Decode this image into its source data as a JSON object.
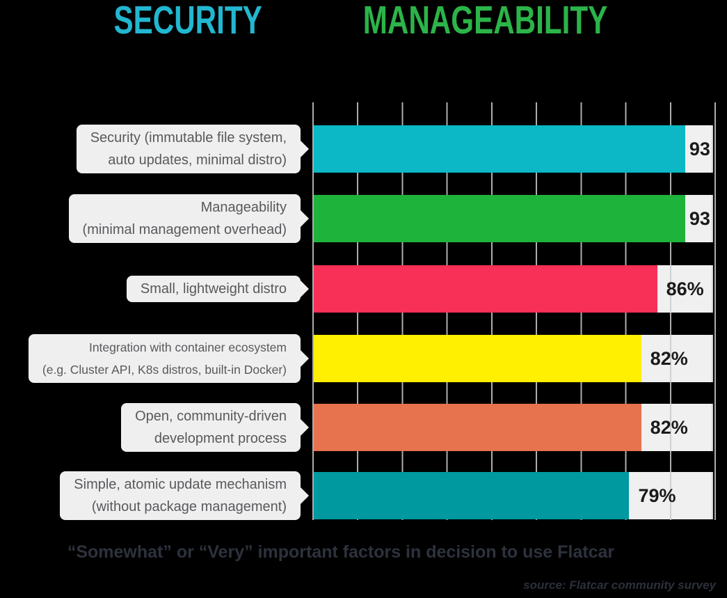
{
  "header": {
    "title_left": "SECURITY",
    "title_right": "MANAGEABILITY",
    "title_left_color": "#22b7d1",
    "title_right_color": "#2bb449"
  },
  "chart_data": {
    "type": "bar",
    "orientation": "horizontal",
    "categories": [
      "Security (immutable file system, auto updates, minimal distro)",
      "Manageability (minimal management overhead)",
      "Small, lightweight distro",
      "Integration with container ecosystem (e.g. Cluster API, K8s distros, built-in Docker)",
      "Open, community-driven development process",
      "Simple, atomic update mechanism (without package management)"
    ],
    "values": [
      93,
      93,
      86,
      82,
      82,
      79
    ],
    "value_labels": [
      "93",
      "93",
      "86%",
      "82%",
      "82%",
      "79%"
    ],
    "bar_colors": [
      "#0cb8c5",
      "#1eb43c",
      "#f82f56",
      "#ffef00",
      "#e7724e",
      "#0099a0"
    ],
    "xlim": [
      0,
      100
    ],
    "gridlines": "vertical, every 10%, light gray on black",
    "legend_position": "none",
    "caption": "“Somewhat” or “Very” important factors in decision to use Flatcar",
    "source": "source: Flatcar community survey"
  },
  "rows": [
    {
      "label_lines": [
        "Security (immutable file system,",
        "auto updates, minimal distro)"
      ]
    },
    {
      "label_lines": [
        "Manageability",
        "(minimal management overhead)"
      ]
    },
    {
      "label_lines": [
        "Small, lightweight distro"
      ]
    },
    {
      "label_lines": [
        "Integration with container ecosystem",
        "(e.g. Cluster API, K8s distros, built-in Docker)"
      ]
    },
    {
      "label_lines": [
        "Open, community-driven",
        "development process"
      ]
    },
    {
      "label_lines": [
        "Simple, atomic update mechanism",
        "(without package management)"
      ]
    }
  ],
  "footer": {
    "caption": "“Somewhat” or “Very” important factors in decision to use Flatcar",
    "source": "source: Flatcar community survey"
  },
  "colors": {
    "background": "#000000",
    "grid_line": "#aeaeae",
    "label_box_bg": "#efefef",
    "label_text": "#58595c",
    "value_text": "#1a1a1a",
    "caption_text": "#2d323d"
  }
}
